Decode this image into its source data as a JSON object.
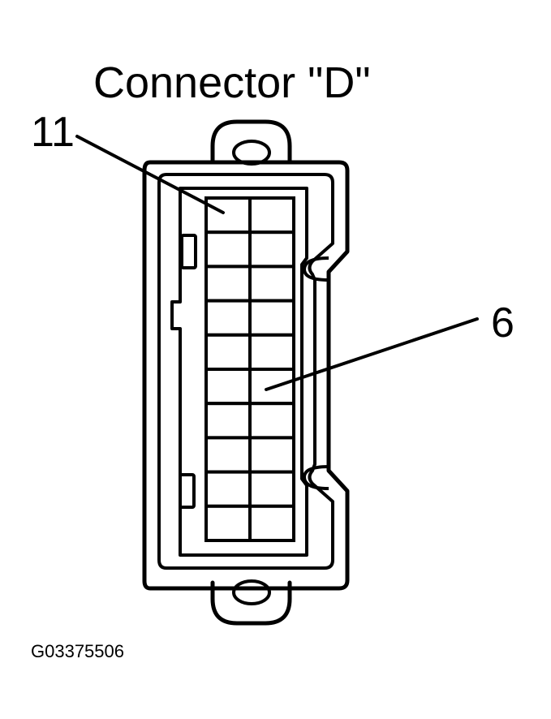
{
  "title": "Connector \"D\"",
  "callouts": [
    {
      "label": "11"
    },
    {
      "label": "6"
    }
  ],
  "figure_code": "G03375506",
  "colors": {
    "ink": "#000000",
    "paper": "#ffffff"
  }
}
